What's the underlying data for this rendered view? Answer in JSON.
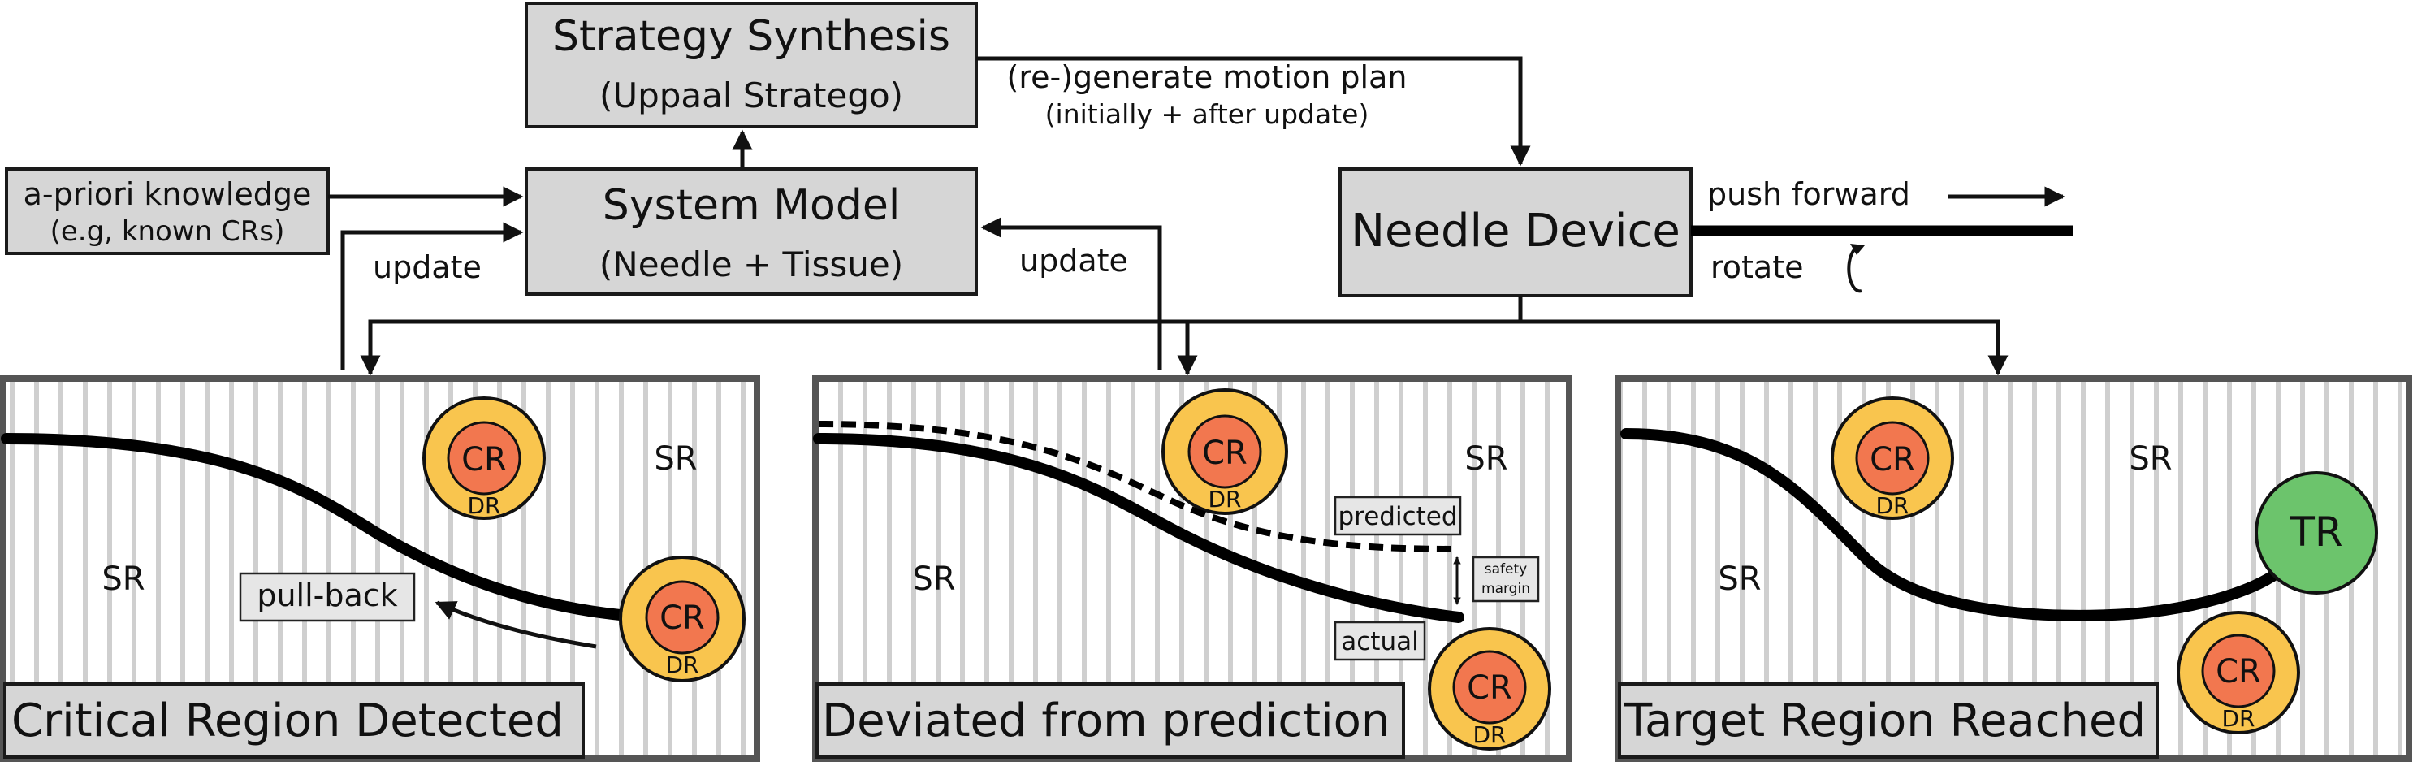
{
  "strategy_synthesis": {
    "title": "Strategy Synthesis",
    "subtitle": "(Uppaal Stratego)"
  },
  "system_model": {
    "title": "System Model",
    "subtitle": "(Needle + Tissue)"
  },
  "needle_device": {
    "title": "Needle Device",
    "push_label": "push forward",
    "rotate_label": "rotate"
  },
  "apriori": {
    "line1": "a-priori knowledge",
    "line2": "(e.g, known CRs)"
  },
  "generate": {
    "line1": "(re-)generate motion plan",
    "line2": "(initially + after update)"
  },
  "update_labels": {
    "left": "update",
    "right": "update"
  },
  "panels": [
    {
      "title": "Critical Region Detected",
      "sr_labels": [
        "SR",
        "SR"
      ],
      "regions": [
        {
          "cr": "CR",
          "dr": "DR"
        },
        {
          "cr": "CR",
          "dr": "DR"
        }
      ],
      "pullback_label": "pull-back"
    },
    {
      "title": "Deviated from prediction",
      "sr_labels": [
        "SR",
        "SR"
      ],
      "regions": [
        {
          "cr": "CR",
          "dr": "DR"
        },
        {
          "cr": "CR",
          "dr": "DR"
        }
      ],
      "predicted_label": "predicted",
      "actual_label": "actual",
      "safety_line1": "safety",
      "safety_line2": "margin"
    },
    {
      "title": "Target Region Reached",
      "sr_labels": [
        "SR",
        "SR"
      ],
      "regions": [
        {
          "cr": "CR",
          "dr": "DR"
        },
        {
          "cr": "CR",
          "dr": "DR"
        }
      ],
      "target_label": "TR"
    }
  ],
  "colors": {
    "box_fill": "#d6d6d6",
    "danger_region": "#f9c54e",
    "critical_region": "#f2774f",
    "target_region": "#6cc46c",
    "stripe": "#cfcfcf"
  }
}
